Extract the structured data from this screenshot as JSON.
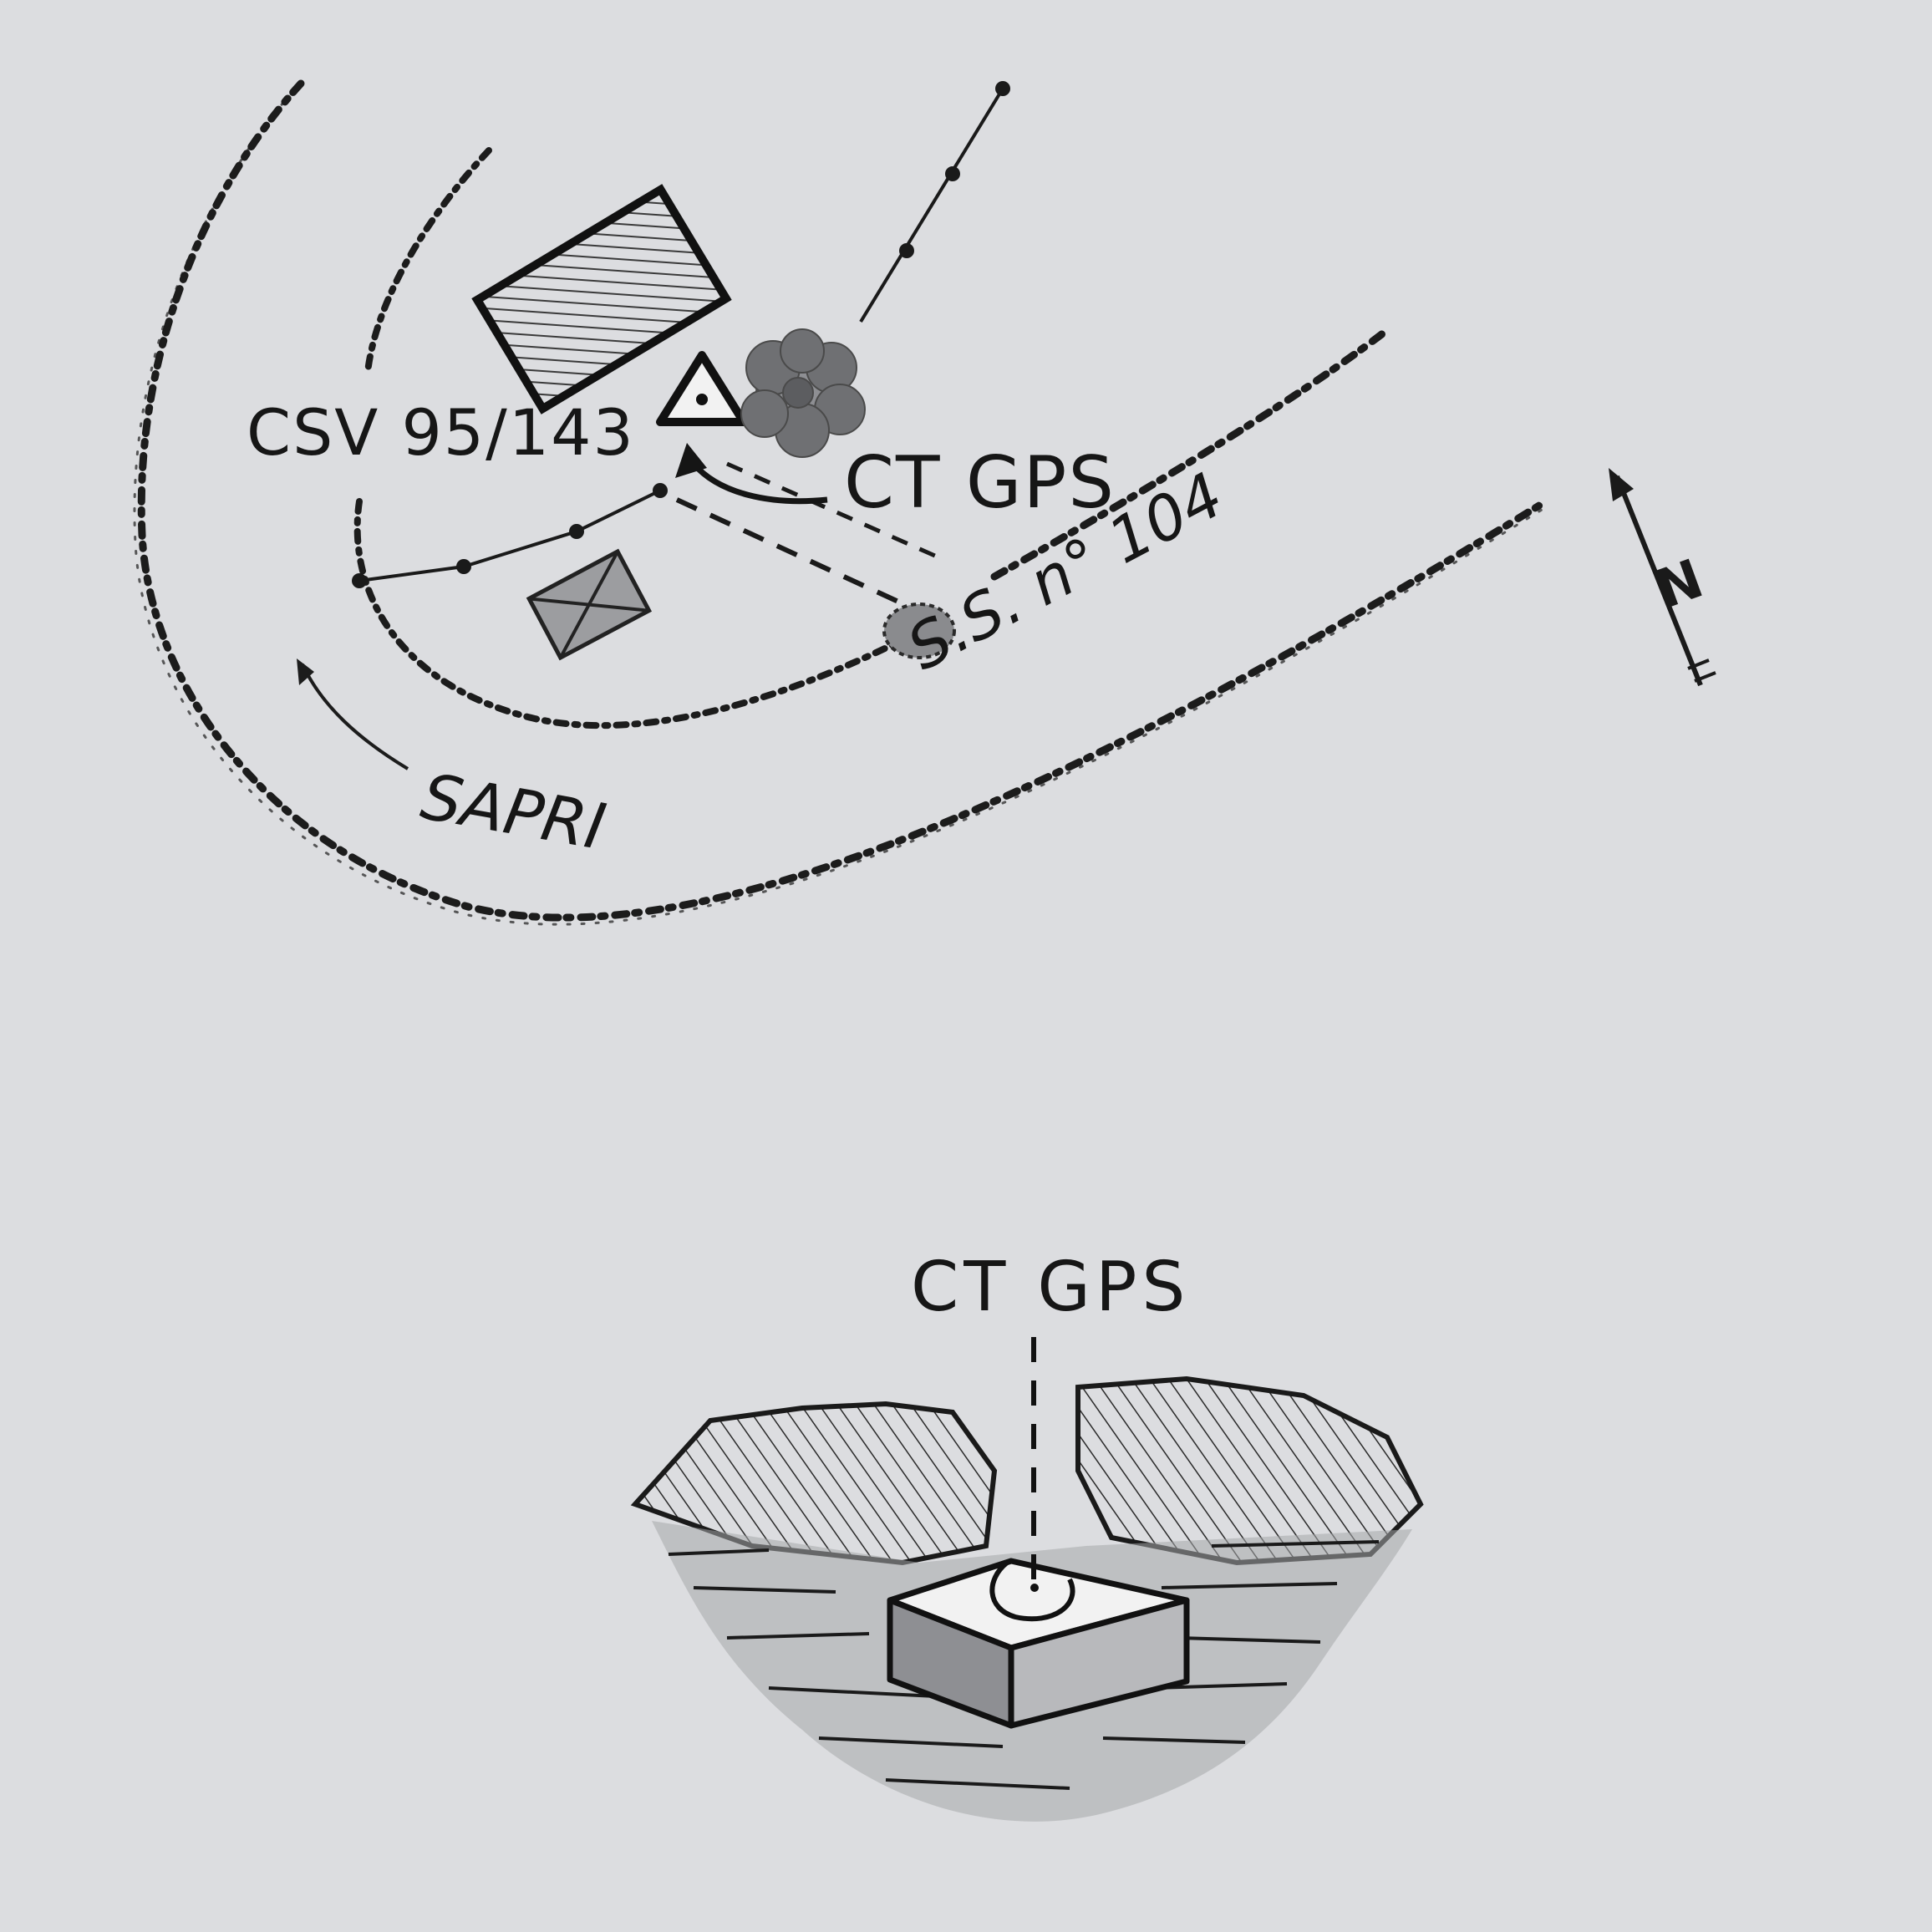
{
  "map": {
    "station_label": "CSV 95/143",
    "control_point_label": "CT GPS",
    "road_label": "S.S. n° 104",
    "direction_label": "SAPRI",
    "north_label": "N"
  },
  "detail": {
    "label": "CT GPS"
  },
  "colors": {
    "background": "#dcdde0",
    "ink": "#161616",
    "hatch_grey": "#8e8f93",
    "tree_grey": "#6f7073"
  }
}
